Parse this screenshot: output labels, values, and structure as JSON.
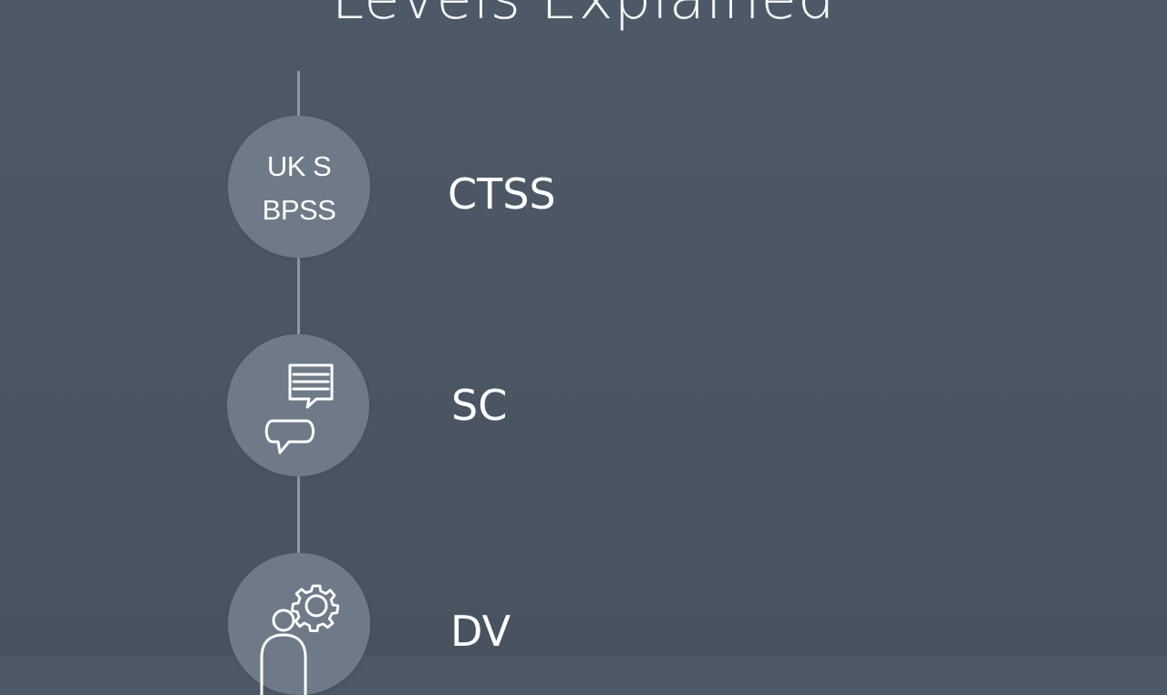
{
  "title": "Levels Explained",
  "levels": [
    {
      "badge_line_1": "UK S",
      "badge_line_2": "BPSS",
      "label": "CTSS"
    },
    {
      "icon": "chat-bubbles-icon",
      "label": "SC"
    },
    {
      "icon": "person-gear-icon",
      "label": "DV"
    }
  ],
  "colors": {
    "background": "#4b5764",
    "node_fill": "#6e7a87",
    "timeline": "#8c97a3",
    "text": "#ffffff"
  }
}
